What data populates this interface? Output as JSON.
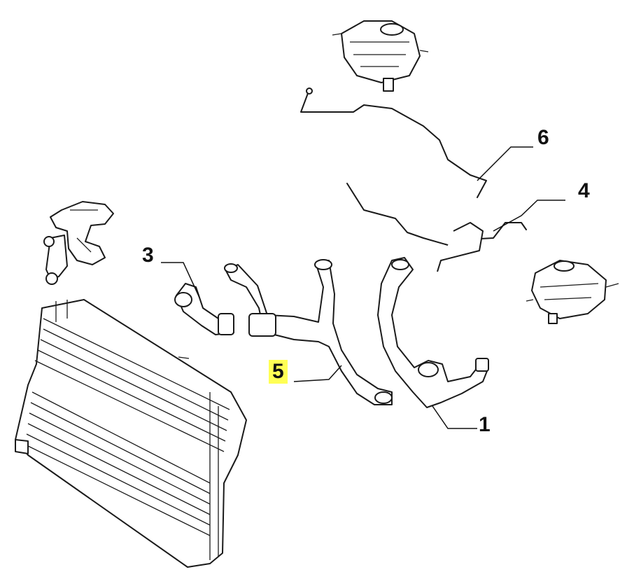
{
  "diagram": {
    "callouts": [
      {
        "id": "1",
        "label": "1",
        "highlighted": false
      },
      {
        "id": "3",
        "label": "3",
        "highlighted": false
      },
      {
        "id": "4",
        "label": "4",
        "highlighted": false
      },
      {
        "id": "5",
        "label": "5",
        "highlighted": true
      },
      {
        "id": "6",
        "label": "6",
        "highlighted": false
      }
    ],
    "highlight_color": "#ffff55"
  }
}
